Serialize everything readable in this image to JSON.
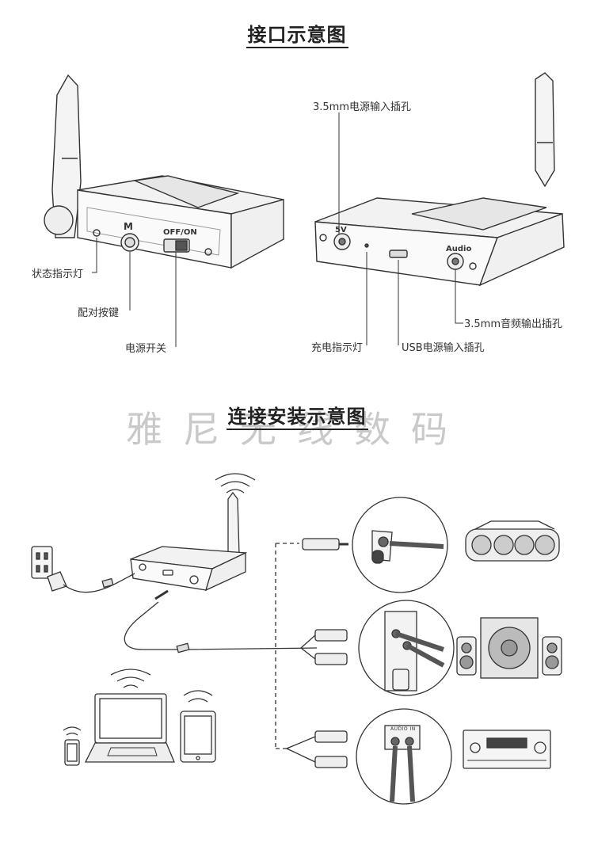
{
  "interface_diagram": {
    "title": "接口示意图",
    "left_device": {
      "button_label": "M",
      "switch_label": "OFF/ON",
      "callouts": [
        "状态指示灯",
        "配对按键",
        "电源开关"
      ]
    },
    "right_device": {
      "power_port_label": "5V",
      "audio_port_label": "Audio",
      "callouts": [
        "3.5mm电源输入插孔",
        "3.5mm音频输出插孔",
        "充电指示灯",
        "USB电源输入插孔"
      ]
    }
  },
  "connection_diagram": {
    "title": "连接安装示意图",
    "watermark": "雅尼无线数码",
    "panel_label": "AUDIO IN"
  }
}
